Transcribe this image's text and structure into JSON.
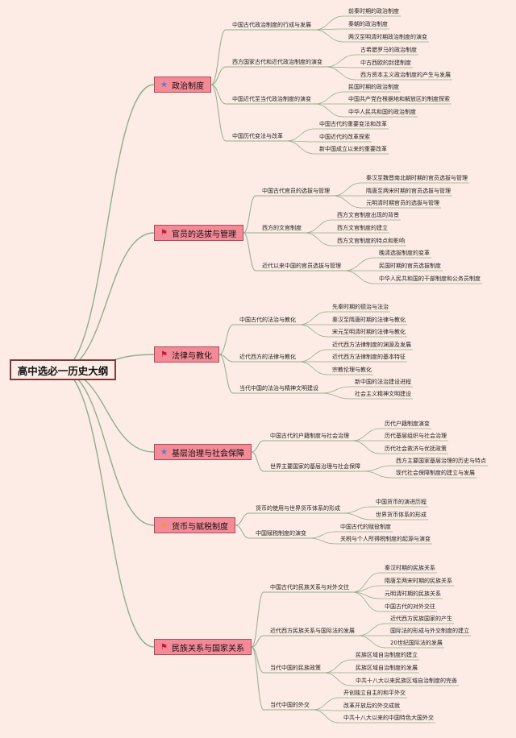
{
  "root": "高中选必一历史大纲",
  "branches": [
    {
      "label": "政治制度",
      "icon": "star",
      "subs": [
        {
          "label": "中国古代政治制度的行成与发展",
          "leaves": [
            "前秦时期的政治制度",
            "秦朝的政治制度",
            "两汉至明清时期政治制度的演变"
          ]
        },
        {
          "label": "西方国家古代和近代政治制度的演变",
          "leaves": [
            "古希腊罗马的政治制度",
            "中古西欧的封建制度",
            "西方资本主义政治制度的产生与发展"
          ]
        },
        {
          "label": "中国近代至当代政治制度的演变",
          "leaves": [
            "民国时期的政治制度",
            "中国共产党在根据地和解放区的制度探索",
            "中华人民共和国的政治制度"
          ]
        },
        {
          "label": "中国历代变法与改革",
          "leaves": [
            "中国古代的重要变法和改革",
            "中国近代的改革探索",
            "新中国成立以来的重要改革"
          ]
        }
      ]
    },
    {
      "label": "官员的选拔与管理",
      "icon": "flag",
      "subs": [
        {
          "label": "中国古代官员的选拔与管理",
          "leaves": [
            "秦汉至魏晋南北朝时期的官员选拔与管理",
            "隋唐至两宋时期的官员选拔与管理",
            "元明清时期官员的选拔与管理"
          ]
        },
        {
          "label": "西方的文官制度",
          "leaves": [
            "西方文官制度出现的背景",
            "西方文官制度的建立",
            "西方文官制度的特点和影响"
          ]
        },
        {
          "label": "近代以来中国的官员选拔与管理",
          "leaves": [
            "晚清选拔制度的变革",
            "民国时期的官员选拔制度",
            "中华人民共和国的干部制度和公务员制度"
          ]
        }
      ]
    },
    {
      "label": "法律与教化",
      "icon": "flag",
      "subs": [
        {
          "label": "中国古代的法治与教化",
          "leaves": [
            "先秦时期的德治与法治",
            "秦汉至隋唐时期的法律与教化",
            "宋元至明清时期的法律与教化"
          ]
        },
        {
          "label": "近代西方的法律与教化",
          "leaves": [
            "近代西方法律制度的渊源及发展",
            "近代西方法律制度的基本特征",
            "宗教伦理与教化"
          ]
        },
        {
          "label": "当代中国的法治与精神文明建设",
          "leaves": [
            "新中国的法治建设进程",
            "社会主义精神文明建设"
          ]
        }
      ]
    },
    {
      "label": "基层治理与社会保障",
      "icon": "star",
      "subs": [
        {
          "label": "中国古代的户籍制度与社会治理",
          "leaves": [
            "历代户籍制度演变",
            "历代基层组织与社会治理",
            "历代社会救济与优抚政策"
          ]
        },
        {
          "label": "世界主要国家的基层治理与社会保障",
          "leaves": [
            "西方主要国家基层治理的历史与特点",
            "现代社会保障制度的建立与发展"
          ]
        }
      ]
    },
    {
      "label": "货币与赋税制度",
      "icon": "star2",
      "subs": [
        {
          "label": "货币的使用与世界货币体系的形成",
          "leaves": [
            "中国货币的演进历程",
            "世界货币体系的形成"
          ]
        },
        {
          "label": "中国赋税制度的演变",
          "leaves": [
            "中国古代的赋役制度",
            "关税与个人所得税制度的起源与演变"
          ]
        }
      ]
    },
    {
      "label": "民族关系与国家关系",
      "icon": "flag",
      "subs": [
        {
          "label": "中国古代的民族关系与对外交往",
          "leaves": [
            "秦汉时期的民族关系",
            "隋唐至两宋时期的民族关系",
            "元明清时期的民族关系",
            "中国古代的对外交往"
          ]
        },
        {
          "label": "近代西方民族关系与国际法的发展",
          "leaves": [
            "近代西方民族国家的产生",
            "国际法的形成与外交制度的建立",
            "20世纪国际法的发展"
          ]
        },
        {
          "label": "当代中国的民族政策",
          "leaves": [
            "民族区域自治制度的建立",
            "民族区域自治制度的发展",
            "中共十八大以来民族区域自治制度的完善"
          ]
        },
        {
          "label": "当代中国的外交",
          "leaves": [
            "开创独立自主的和平外交",
            "改革开放后的外交成就",
            "中共十八大以来的中国特色大国外交"
          ]
        }
      ]
    }
  ],
  "colors": {
    "line": "#8fae8d",
    "branch_fill": "#f38a97",
    "background": "#fdece5"
  }
}
